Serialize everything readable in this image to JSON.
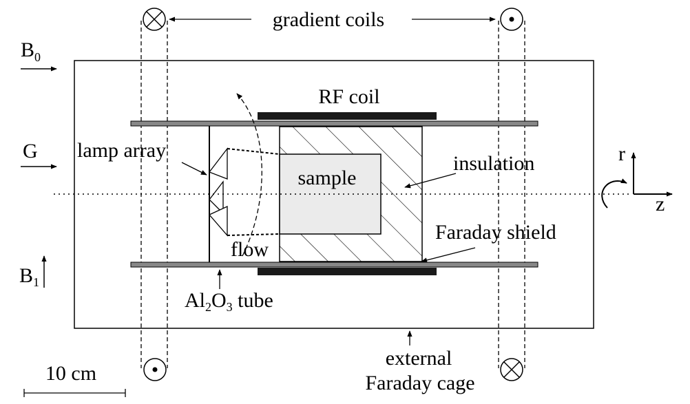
{
  "labels": {
    "gradient_coils": "gradient coils",
    "b0_base": "B",
    "b0_sub": "0",
    "g": "G",
    "b1_base": "B",
    "b1_sub": "1",
    "rf_coil": "RF coil",
    "lamp_array": "lamp array",
    "sample": "sample",
    "insulation": "insulation",
    "flow": "flow",
    "faraday_shield": "Faraday shield",
    "al2o3_a": "Al",
    "al2o3_sub1": "2",
    "al2o3_b": "O",
    "al2o3_sub2": "3",
    "al2o3_c": " tube",
    "external": "external",
    "faraday_cage": "Faraday cage",
    "scale": "10 cm",
    "axis_r": "r",
    "axis_z": "z"
  },
  "colors": {
    "stroke": "#000000",
    "tube_wall": "#888888",
    "sample_fill": "#ebebeb",
    "rf_coil": "#1a1a1a",
    "background": "#ffffff"
  }
}
